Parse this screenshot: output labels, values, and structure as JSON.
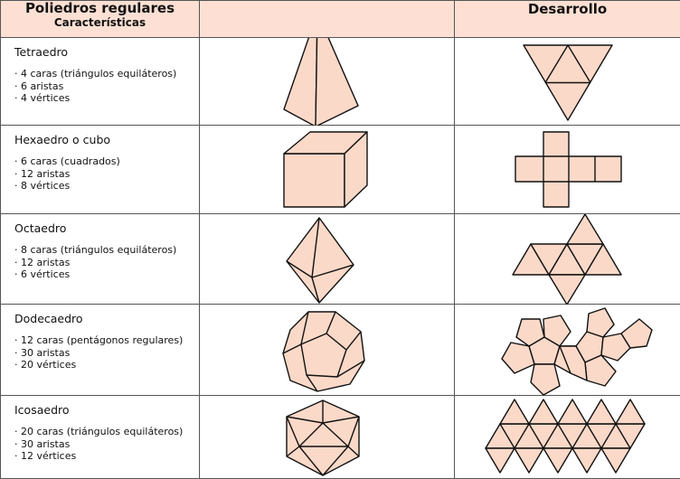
{
  "header": {
    "title": "Poliedros regulares",
    "subtitle": "Características",
    "development_label": "Desarrollo"
  },
  "rows": [
    {
      "name": "Tetraedro",
      "props": [
        "4 caras (triángulos equiláteros)",
        "6 aristas",
        "4 vértices"
      ],
      "solid_icon": "tetrahedron-icon",
      "net_icon": "tetrahedron-net-icon"
    },
    {
      "name": "Hexaedro o cubo",
      "props": [
        "6 caras (cuadrados)",
        "12 aristas",
        "8 vértices"
      ],
      "solid_icon": "cube-icon",
      "net_icon": "cube-net-icon"
    },
    {
      "name": "Octaedro",
      "props": [
        "8 caras (triángulos equiláteros)",
        "12 aristas",
        "6 vértices"
      ],
      "solid_icon": "octahedron-icon",
      "net_icon": "octahedron-net-icon"
    },
    {
      "name": "Dodecaedro",
      "props": [
        "12 caras (pentágonos regulares)",
        "30 aristas",
        "20 vértices"
      ],
      "solid_icon": "dodecahedron-icon",
      "net_icon": "dodecahedron-net-icon"
    },
    {
      "name": "Icosaedro",
      "props": [
        "20 caras (triángulos equiláteros)",
        "30 aristas",
        "12 vértices"
      ],
      "solid_icon": "icosahedron-icon",
      "net_icon": "icosahedron-net-icon"
    }
  ],
  "colors": {
    "face_fill": "#fbd9c8",
    "header_fill": "#fde0d3",
    "edge": "#111111"
  }
}
